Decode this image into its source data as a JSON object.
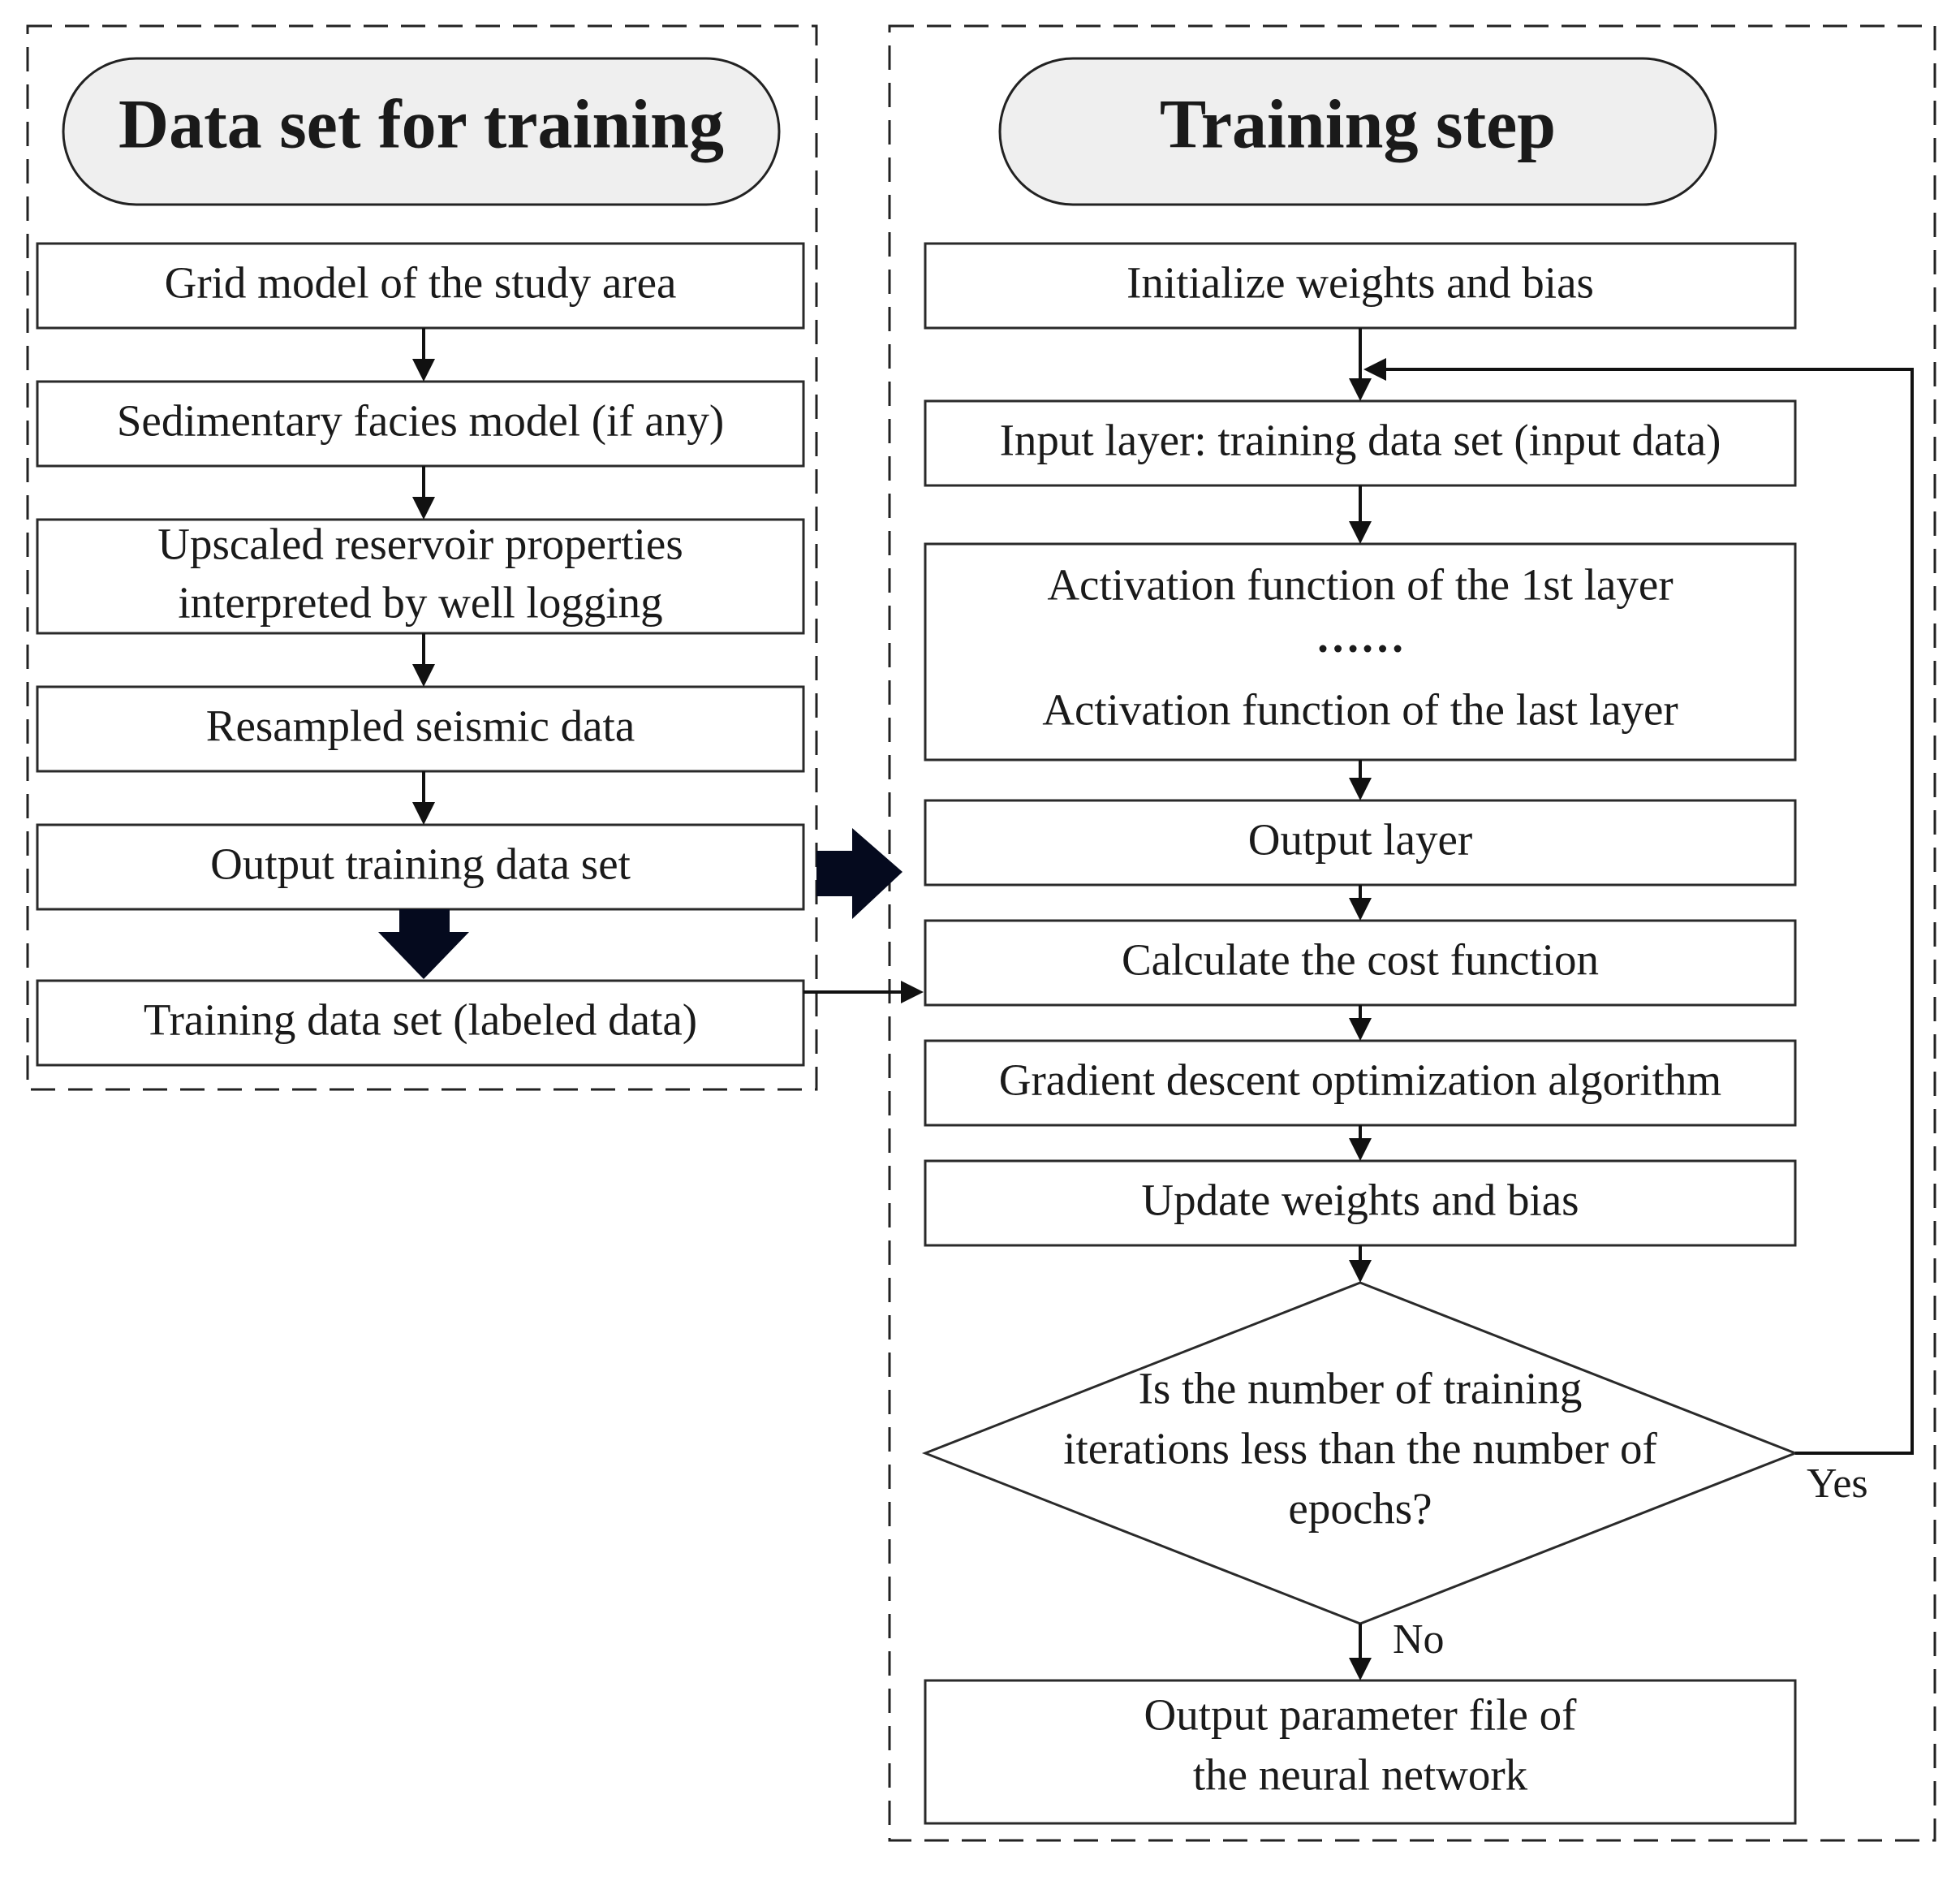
{
  "left_panel": {
    "title": "Data set for training",
    "boxes": [
      "Grid model of the study area",
      "Sedimentary facies model (if any)",
      [
        "Upscaled reservoir  properties",
        "interpreted by well logging"
      ],
      "Resampled seismic data",
      "Output training data set",
      "Training data set (labeled data)"
    ]
  },
  "right_panel": {
    "title": "Training step",
    "boxes": {
      "init": "Initialize weights and bias",
      "input": "Input layer: training data set (input data)",
      "activation_first": "Activation function of the 1st layer",
      "activation_dots": "……",
      "activation_last": "Activation function of the last layer",
      "output": "Output layer",
      "cost": "Calculate the cost function",
      "gradient": "Gradient descent optimization algorithm",
      "update": "Update  weights and bias",
      "decision": [
        "Is the number of training",
        "iterations less than the number of",
        "epochs?"
      ],
      "final": [
        "Output parameter file of",
        "the neural network"
      ]
    },
    "labels": {
      "yes": "Yes",
      "no": "No"
    }
  }
}
